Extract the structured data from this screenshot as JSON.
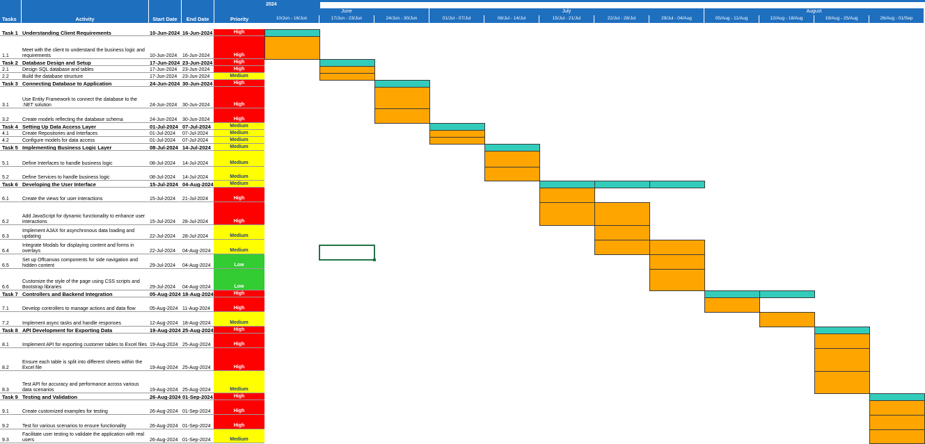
{
  "year": "2024",
  "headers": {
    "tasks": "Tasks",
    "activity": "Activity",
    "start": "Start Date",
    "end": "End Date",
    "priority": "Priority"
  },
  "months": [
    {
      "label": "June",
      "span": 3
    },
    {
      "label": "July",
      "span": 5
    },
    {
      "label": "August",
      "span": 4
    }
  ],
  "weeks": [
    "10/Jun - 16/Jun",
    "17/Jun - 23/Jun",
    "24/Jun - 30/Jun",
    "01/Jul - 07/Jul",
    "08/Jul - 14/Jul",
    "15/Jul - 21/Jul",
    "22/Jul - 28/Jul",
    "29/Jul - 04/Aug",
    "05/Aug - 11/Aug",
    "12/Aug - 18/Aug",
    "19/Aug - 25/Aug",
    "26/Aug - 01/Sep"
  ],
  "rows": [
    {
      "id": "Task 1",
      "activity": "Understanding Client Requirements",
      "start": "10-Jun-2024",
      "end": "16-Jun-2024",
      "priority": "High",
      "type": "task",
      "weeks": [
        0
      ]
    },
    {
      "id": "1.1",
      "activity": "Meet with the client to understand the business logic and requirements",
      "start": "10-Jun-2024",
      "end": "16-Jun-2024",
      "priority": "High",
      "type": "sub",
      "weeks": [
        0
      ]
    },
    {
      "id": "Task 2",
      "activity": "Database Design and Setup",
      "start": "17-Jun-2024",
      "end": "23-Jun-2024",
      "priority": "High",
      "type": "task",
      "weeks": [
        1
      ]
    },
    {
      "id": "2.1",
      "activity": "Design SQL database and tables",
      "start": "17-Jun-2024",
      "end": "23-Jun-2024",
      "priority": "High",
      "type": "sub",
      "weeks": [
        1
      ]
    },
    {
      "id": "2.2",
      "activity": "Build the database structure",
      "start": "17-Jun-2024",
      "end": "23-Jun-2024",
      "priority": "Medium",
      "type": "sub",
      "weeks": [
        1
      ]
    },
    {
      "id": "Task 3",
      "activity": "Connecting Database to Application",
      "start": "24-Jun-2024",
      "end": "30-Jun-2024",
      "priority": "High",
      "type": "task",
      "weeks": [
        2
      ]
    },
    {
      "id": "3.1",
      "activity": "Use Entity Framework to connect the database to the .NET solution",
      "start": "24-Jun-2024",
      "end": "30-Jun-2024",
      "priority": "High",
      "type": "sub",
      "weeks": [
        2
      ]
    },
    {
      "id": "3.2",
      "activity": "Create models reflecting the database schema",
      "start": "24-Jun-2024",
      "end": "30-Jun-2024",
      "priority": "High",
      "type": "sub",
      "weeks": [
        2
      ]
    },
    {
      "id": "Task 4",
      "activity": "Setting Up Data Access Layer",
      "start": "01-Jul-2024",
      "end": "07-Jul-2024",
      "priority": "Medium",
      "type": "task",
      "weeks": [
        3
      ]
    },
    {
      "id": "4.1",
      "activity": "Create Repositories and Interfaces",
      "start": "01-Jul-2024",
      "end": "07-Jul-2024",
      "priority": "Medium",
      "type": "sub",
      "weeks": [
        3
      ]
    },
    {
      "id": "4.2",
      "activity": "Configure models for data access",
      "start": "01-Jul-2024",
      "end": "07-Jul-2024",
      "priority": "Medium",
      "type": "sub",
      "weeks": [
        3
      ]
    },
    {
      "id": "Task 5",
      "activity": "Implementing Business Logic Layer",
      "start": "08-Jul-2024",
      "end": "14-Jul-2024",
      "priority": "Medium",
      "type": "task",
      "weeks": [
        4
      ]
    },
    {
      "id": "5.1",
      "activity": "Define Interfaces to handle business logic",
      "start": "08-Jul-2024",
      "end": "14-Jul-2024",
      "priority": "Medium",
      "type": "sub",
      "weeks": [
        4
      ]
    },
    {
      "id": "5.2",
      "activity": "Define Services to handle business logic",
      "start": "08-Jul-2024",
      "end": "14-Jul-2024",
      "priority": "Medium",
      "type": "sub",
      "weeks": [
        4
      ]
    },
    {
      "id": "Task 6",
      "activity": "Developing the User Interface",
      "start": "15-Jul-2024",
      "end": "04-Aug-2024",
      "priority": "Medium",
      "type": "task",
      "weeks": [
        5,
        6,
        7
      ]
    },
    {
      "id": "6.1",
      "activity": "Create the views for user interactions",
      "start": "15-Jul-2024",
      "end": "21-Jul-2024",
      "priority": "High",
      "type": "sub",
      "weeks": [
        5
      ]
    },
    {
      "id": "6.2",
      "activity": "Add JavaScript for dynamic functionality to enhance user interactions",
      "start": "15-Jul-2024",
      "end": "28-Jul-2024",
      "priority": "High",
      "type": "sub",
      "weeks": [
        5,
        6
      ]
    },
    {
      "id": "6.3",
      "activity": "Implement AJAX for asynchronous data loading and updating",
      "start": "22-Jul-2024",
      "end": "28-Jul-2024",
      "priority": "Medium",
      "type": "sub",
      "weeks": [
        6
      ]
    },
    {
      "id": "6.4",
      "activity": "Integrate Modals for displaying content and forms in overlays",
      "start": "22-Jul-2024",
      "end": "04-Aug-2024",
      "priority": "Medium",
      "type": "sub",
      "weeks": [
        6,
        7
      ]
    },
    {
      "id": "6.5",
      "activity": "Set up Offcanvas components for side navigation and hidden content",
      "start": "29-Jul-2024",
      "end": "04-Aug-2024",
      "priority": "Low",
      "type": "sub",
      "weeks": [
        7
      ]
    },
    {
      "id": "6.6",
      "activity": "Customize the style of the page using CSS scripts and Bootstrap libraries",
      "start": "29-Jul-2024",
      "end": "04-Aug-2024",
      "priority": "Low",
      "type": "sub",
      "weeks": [
        7
      ]
    },
    {
      "id": "Task 7",
      "activity": "Controllers and Backend Integration",
      "start": "05-Aug-2024",
      "end": "18-Aug-2024",
      "priority": "High",
      "type": "task",
      "weeks": [
        8,
        9
      ]
    },
    {
      "id": "7.1",
      "activity": "Develop controllers to manage actions and data flow",
      "start": "05-Aug-2024",
      "end": "11-Aug-2024",
      "priority": "High",
      "type": "sub",
      "weeks": [
        8
      ]
    },
    {
      "id": "7.2",
      "activity": "Implement async tasks and handle responses",
      "start": "12-Aug-2024",
      "end": "18-Aug-2024",
      "priority": "Medium",
      "type": "sub",
      "weeks": [
        9
      ]
    },
    {
      "id": "Task 8",
      "activity": "API Development for Exporting Data",
      "start": "19-Aug-2024",
      "end": "25-Aug-2024",
      "priority": "High",
      "type": "task",
      "weeks": [
        10
      ]
    },
    {
      "id": "8.1",
      "activity": "Implement API for exporting customer tables to Excel files",
      "start": "19-Aug-2024",
      "end": "25-Aug-2024",
      "priority": "High",
      "type": "sub",
      "weeks": [
        10
      ]
    },
    {
      "id": "8.2",
      "activity": "Ensure each table is split into different sheets within the Excel file",
      "start": "19-Aug-2024",
      "end": "25-Aug-2024",
      "priority": "High",
      "type": "sub",
      "weeks": [
        10
      ]
    },
    {
      "id": "8.3",
      "activity": "Test API for accuracy and performance across various data scenarios",
      "start": "19-Aug-2024",
      "end": "25-Aug-2024",
      "priority": "Medium",
      "type": "sub",
      "weeks": [
        10
      ]
    },
    {
      "id": "Task 9",
      "activity": "Testing and Validation",
      "start": "26-Aug-2024",
      "end": "01-Sep-2024",
      "priority": "High",
      "type": "task",
      "weeks": [
        11
      ]
    },
    {
      "id": "9.1",
      "activity": "Create customized examples for testing",
      "start": "26-Aug-2024",
      "end": "01-Sep-2024",
      "priority": "High",
      "type": "sub",
      "weeks": [
        11
      ]
    },
    {
      "id": "9.2",
      "activity": "Test for various scenarios to ensure functionality",
      "start": "26-Aug-2024",
      "end": "01-Sep-2024",
      "priority": "High",
      "type": "sub",
      "weeks": [
        11
      ]
    },
    {
      "id": "9.3",
      "activity": "Facilitate user testing to validate the application with real users",
      "start": "26-Aug-2024",
      "end": "01-Sep-2024",
      "priority": "Medium",
      "type": "sub",
      "weeks": [
        11
      ]
    }
  ]
}
